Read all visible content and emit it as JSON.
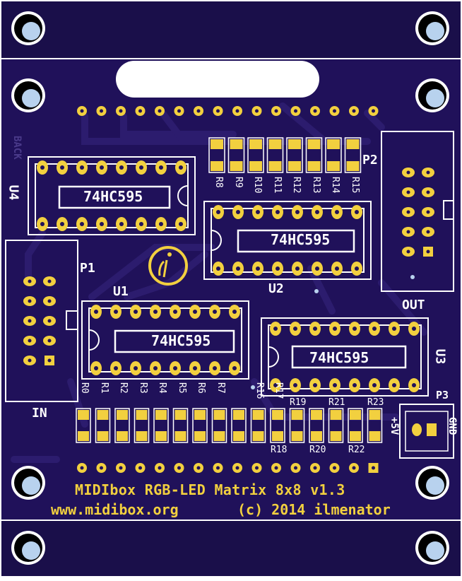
{
  "board": {
    "colors": {
      "substrate": "#20115a",
      "outline": "#ffffff",
      "copper": "#f2d03f",
      "silkscreen": "#ffffff",
      "panel": "#1a0f4a"
    },
    "title": "MIDIbox RGB-LED Matrix 8x8 v1.3",
    "website": "www.midibox.org",
    "copyright": "(c) 2014 ilmenator",
    "back_label": "BACK",
    "connectors": {
      "p1": "P1",
      "p2": "P2",
      "p3": "P3",
      "in": "IN",
      "out": "OUT",
      "plus5v": "+5V",
      "gnd": "GND"
    },
    "chips": [
      {
        "ref": "U4",
        "part": "74HC595"
      },
      {
        "ref": "U2",
        "part": "74HC595"
      },
      {
        "ref": "U1",
        "part": "74HC595"
      },
      {
        "ref": "U3",
        "part": "74HC595"
      }
    ],
    "resistors_top": [
      "R8",
      "R9",
      "R10",
      "R11",
      "R12",
      "R13",
      "R14",
      "R15"
    ],
    "resistors_bottom_left": [
      "R0",
      "R1",
      "R2",
      "R3",
      "R4",
      "R5",
      "R6",
      "R7",
      "R16",
      "R17"
    ],
    "resistors_bottom_upper": [
      "R19",
      "R21",
      "R23"
    ],
    "resistors_bottom_lower": [
      "R18",
      "R20",
      "R22"
    ],
    "logo_icon": "info-logo"
  }
}
